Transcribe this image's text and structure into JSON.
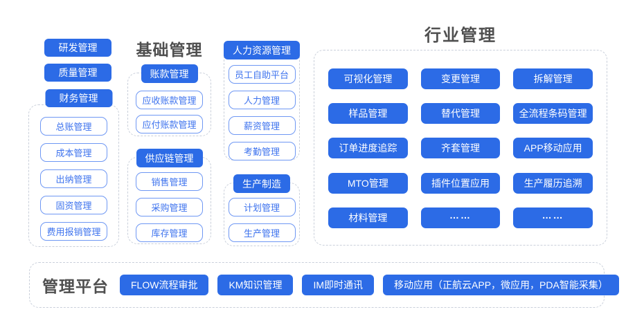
{
  "colors": {
    "primary_blue": "#2C6BE6",
    "outline_border": "#6E97F3",
    "outline_text": "#3E73EE",
    "dashed_border": "#C9CFDA",
    "title_text": "#4F4F4F",
    "background": "#FFFFFF"
  },
  "left_column": {
    "buttons": [
      "研发管理",
      "质量管理"
    ],
    "group": {
      "header": "财务管理",
      "items": [
        "总账管理",
        "成本管理",
        "出纳管理",
        "固资管理",
        "费用报销管理"
      ]
    }
  },
  "basic_section": {
    "title": "基础管理",
    "groups": [
      {
        "header": "账款管理",
        "items": [
          "应收账款管理",
          "应付账款管理"
        ]
      },
      {
        "header": "供应链管理",
        "items": [
          "销售管理",
          "采购管理",
          "库存管理"
        ]
      }
    ]
  },
  "hr_production_column": {
    "groups": [
      {
        "header": "人力资源管理",
        "items": [
          "员工自助平台",
          "人力管理",
          "薪资管理",
          "考勤管理"
        ]
      },
      {
        "header": "生产制造",
        "items": [
          "计划管理",
          "生产管理"
        ]
      }
    ]
  },
  "industry_section": {
    "title": "行业管理",
    "items": [
      "可视化管理",
      "变更管理",
      "拆解管理",
      "样品管理",
      "替代管理",
      "全流程条码管理",
      "订单进度追踪",
      "齐套管理",
      "APP移动应用",
      "MTO管理",
      "插件位置应用",
      "生产履历追溯",
      "材料管理",
      "……",
      "……"
    ]
  },
  "platform_section": {
    "title": "管理平台",
    "items": [
      "FLOW流程审批",
      "KM知识管理",
      "IM即时通讯",
      "移动应用（正航云APP，微应用，PDA智能采集）"
    ]
  }
}
